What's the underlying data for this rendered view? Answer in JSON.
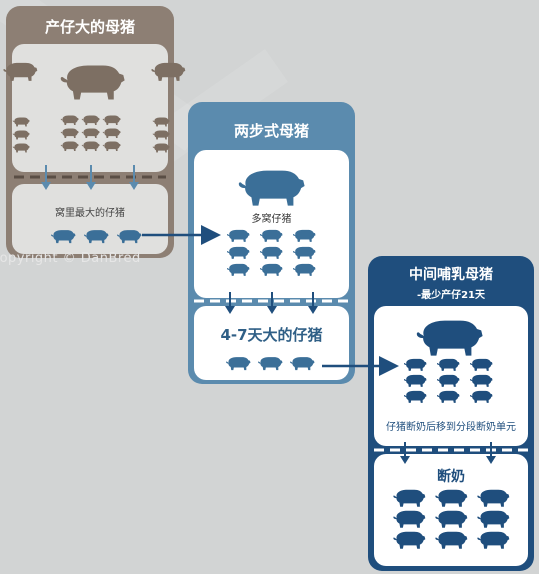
{
  "colors": {
    "background": "#d2d4d4",
    "card1": "#8d7f74",
    "card2": "#5b8bae",
    "card3": "#1f4e7d",
    "pig_card1": "#7d6f63",
    "pig_card2": "#3b6f98",
    "pig_card3": "#1f4e7d"
  },
  "watermark": "Copyright © DanBred",
  "card1": {
    "title": "产仔大的母猪",
    "panel_label": "窝里最大的仔猪"
  },
  "card2": {
    "title": "两步式母猪",
    "upper_label": "多窝仔猪",
    "lower_label": "4-7天大的仔猪"
  },
  "card3": {
    "title": "中间哺乳母猪",
    "subtitle": "-最少产仔21天",
    "upper_label": "仔猪断奶后移到分段断奶单元",
    "lower_label": "断奶"
  },
  "icons": {
    "sow": "sow-icon",
    "piglet": "piglet-icon",
    "arrow": "down-arrow-icon"
  }
}
